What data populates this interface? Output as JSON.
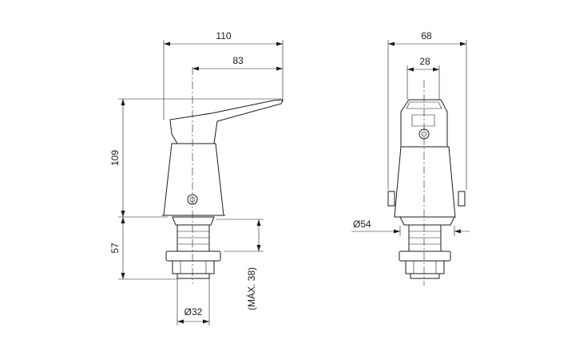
{
  "dimensions": {
    "width_110": "110",
    "width_83": "83",
    "height_109": "109",
    "height_57": "57",
    "max_38": "(MÁX. 38)",
    "dia_32": "Ø32",
    "width_68": "68",
    "width_28": "28",
    "dia_54": "Ø54"
  },
  "colors": {
    "line": "#1a1a1a",
    "background": "#ffffff"
  }
}
